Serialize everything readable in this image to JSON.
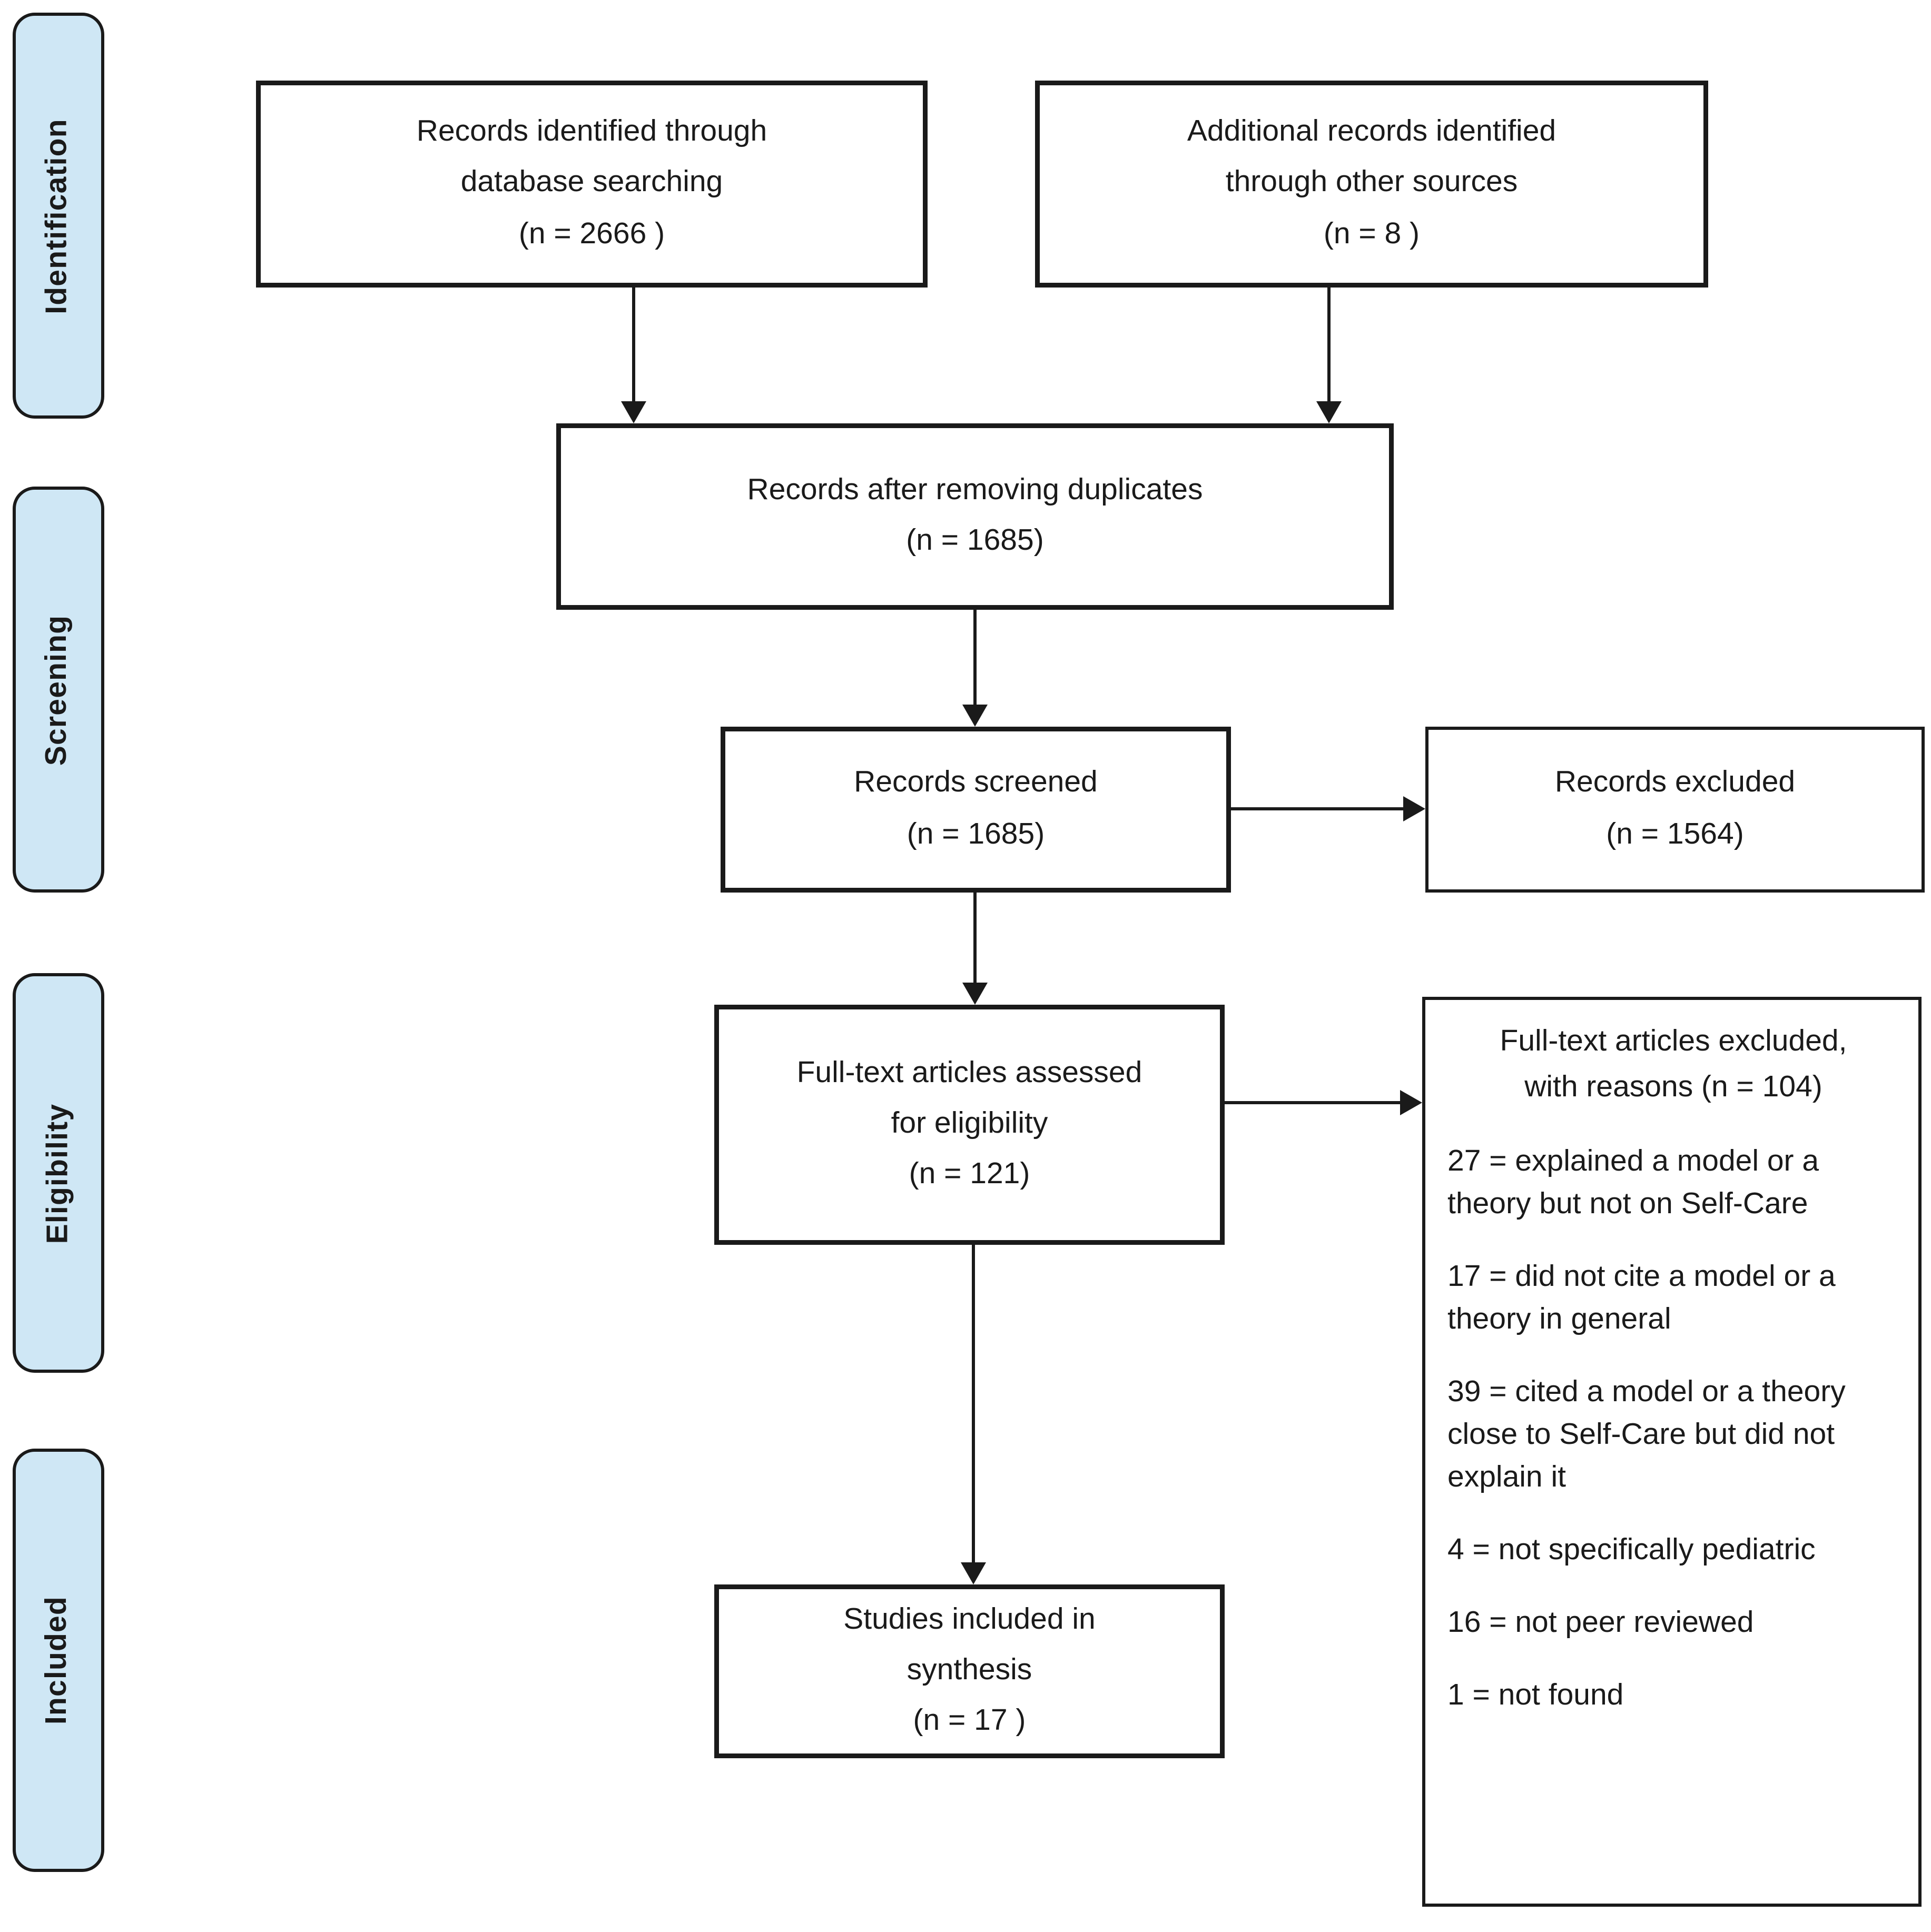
{
  "stages": {
    "identification": "Identification",
    "screening": "Screening",
    "eligibility": "Eligibility",
    "included": "Included"
  },
  "boxes": {
    "identified": {
      "line1": "Records identified through",
      "line2": "database searching",
      "line3": "(n = 2666 )"
    },
    "additional": {
      "line1": "Additional records identified",
      "line2": "through other sources",
      "line3": "(n = 8 )"
    },
    "duplicates": {
      "line1": "Records after removing duplicates",
      "line2": "(n = 1685)"
    },
    "screened": {
      "line1": "Records screened",
      "line2": "(n = 1685)"
    },
    "records_excluded": {
      "line1": "Records excluded",
      "line2": "(n = 1564)"
    },
    "fulltext": {
      "line1": "Full-text articles assessed",
      "line2": "for eligibility",
      "line3": "(n = 121)"
    },
    "fulltext_excluded": {
      "heading_line1": "Full-text articles excluded,",
      "heading_line2": "with reasons (n = 104)",
      "reasons": [
        "27 = explained a model or a theory but not on Self-Care",
        "17 = did not cite a model or a theory in general",
        "39 = cited a model or a theory close to Self-Care but did not explain it",
        "4 = not specifically pediatric",
        "16 = not peer reviewed",
        "1 = not found"
      ]
    },
    "included_synthesis": {
      "line1": "Studies included in",
      "line2": "synthesis",
      "line3": "(n = 17 )"
    }
  },
  "colors": {
    "stage_fill": "#cfe7f5",
    "line_color": "#1a1a1a",
    "box_bg": "#ffffff"
  }
}
